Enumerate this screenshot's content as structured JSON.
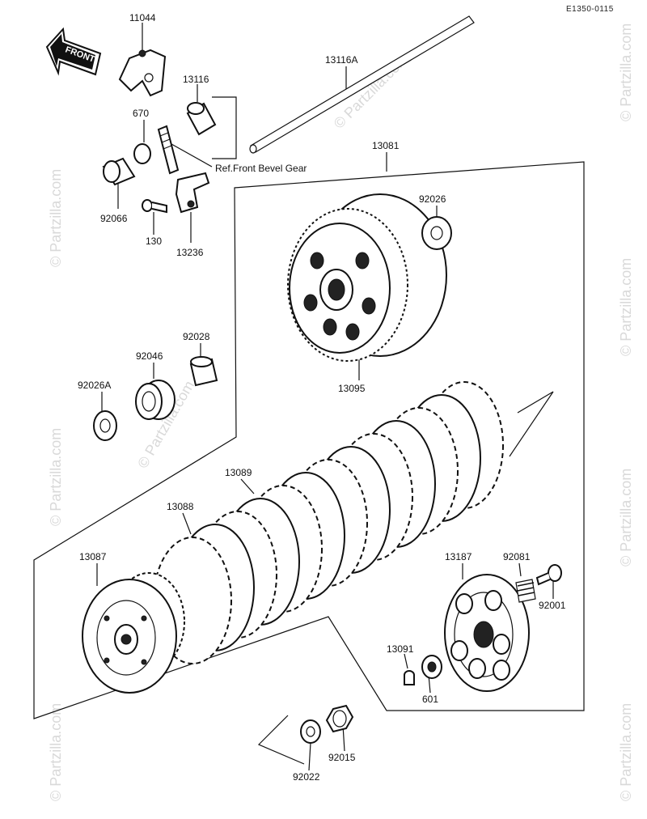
{
  "diagram_code": "E1350-0115",
  "front_arrow_text": "FRONT",
  "reference_note": "Ref.Front Bevel Gear",
  "watermark": "© Partzilla.com",
  "part_labels": {
    "p11044": "11044",
    "p13116A": "13116A",
    "p13116": "13116",
    "p670": "670",
    "p92066": "92066",
    "p130": "130",
    "p13236": "13236",
    "p13081": "13081",
    "p92026": "92026",
    "p13095": "13095",
    "p92028": "92028",
    "p92046": "92046",
    "p92026A": "92026A",
    "p13089": "13089",
    "p13088": "13088",
    "p13087": "13087",
    "p13187": "13187",
    "p92081": "92081",
    "p92001": "92001",
    "p13091": "13091",
    "p601": "601",
    "p92015": "92015",
    "p92022": "92022"
  },
  "icons": [
    "front-arrow-icon"
  ]
}
